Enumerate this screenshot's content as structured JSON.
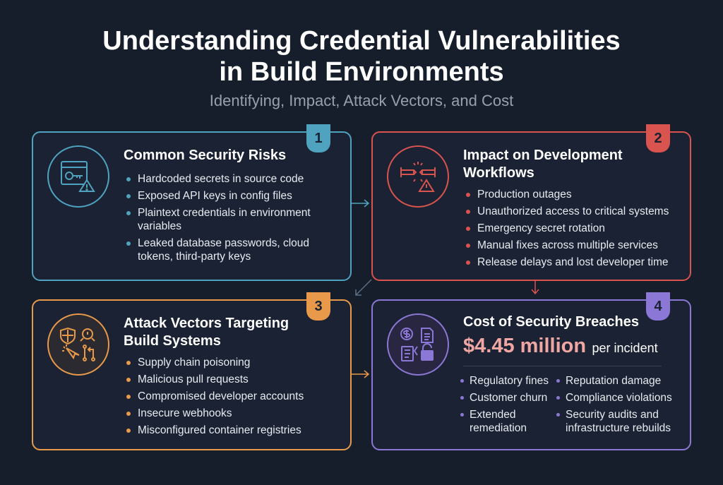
{
  "header": {
    "title_line1": "Understanding Credential Vulnerabilities",
    "title_line2": "in Build Environments",
    "subtitle": "Identifying, Impact, Attack Vectors, and Cost"
  },
  "cards": [
    {
      "number": "1",
      "title": "Common Security Risks",
      "icon": "browser-key-warning-icon",
      "color": "#4fa3bf",
      "items": [
        "Hardcoded secrets in source code",
        "Exposed API keys in config files",
        "Plaintext credentials in environment variables",
        "Leaked database passwords, cloud tokens, third-party keys"
      ]
    },
    {
      "number": "2",
      "title": "Impact on Development Workflows",
      "icon": "broken-pipe-warning-icon",
      "color": "#d9534f",
      "items": [
        "Production outages",
        "Unauthorized access to critical systems",
        "Emergency secret rotation",
        "Manual fixes across multiple services",
        "Release delays and lost developer time"
      ]
    },
    {
      "number": "3",
      "title": "Attack Vectors Targeting Build Systems",
      "icon": "shield-bug-cursor-pullrequest-icon",
      "color": "#e8994a",
      "items": [
        "Supply chain poisoning",
        "Malicious pull requests",
        "Compromised developer accounts",
        "Insecure webhooks",
        "Misconfigured container registries"
      ]
    },
    {
      "number": "4",
      "title": "Cost of Security Breaches",
      "icon": "dollar-document-clipboard-lock-icon",
      "color": "#8b78d6",
      "amount": "$4.45 million",
      "amount_suffix": "per incident",
      "items_left": [
        "Regulatory fines",
        "Customer churn",
        "Extended remediation"
      ],
      "items_right": [
        "Reputation damage",
        "Compliance violations",
        "Security audits and infrastructure rebuilds"
      ]
    }
  ],
  "colors": {
    "background": "#161d2b",
    "card1": "#4fa3bf",
    "card2": "#d9534f",
    "card3": "#e8994a",
    "card4": "#8b78d6",
    "amount": "#f0a7a3"
  }
}
